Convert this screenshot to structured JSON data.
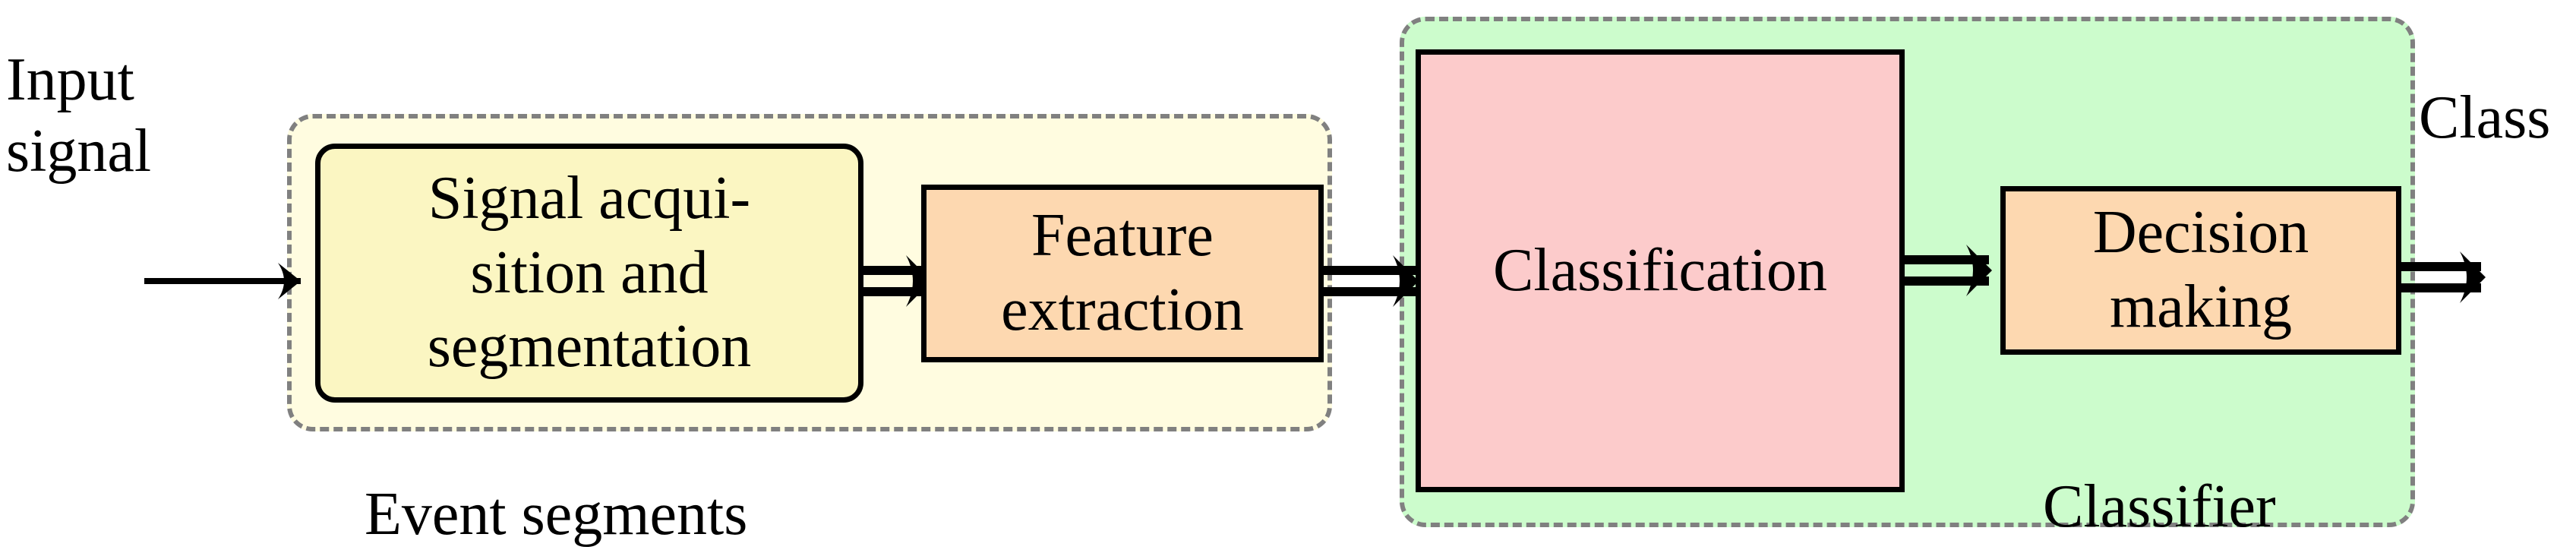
{
  "diagram": {
    "title": "Pattern recognition pipeline block diagram",
    "background": "#ffffff"
  },
  "labels": {
    "input_signal": "Input\nsignal",
    "class_output": "Class",
    "event_segments": "Event segments",
    "classifier": "Classifier"
  },
  "groups": [
    {
      "id": "event-segments-group",
      "caption": "Event segments",
      "fill": "#FFFCE0",
      "border_color": "#808080",
      "border_style": "dashed"
    },
    {
      "id": "classifier-group",
      "caption": "Classifier",
      "fill": "#CCFCCC",
      "border_color": "#808080",
      "border_style": "dashed"
    }
  ],
  "blocks": [
    {
      "id": "signal-acquisition",
      "label": "Signal acqui-\nsition and\nsegmentation",
      "fill": "#FBF6C2",
      "border_color": "#000000",
      "shape": "rounded-rect"
    },
    {
      "id": "feature-extraction",
      "label": "Feature\nextraction",
      "fill": "#FDD8B0",
      "border_color": "#000000",
      "shape": "rect"
    },
    {
      "id": "classification",
      "label": "Classification",
      "fill": "#FCCBCB",
      "border_color": "#000000",
      "shape": "rect"
    },
    {
      "id": "decision-making",
      "label": "Decision\nmaking",
      "fill": "#FDD8B0",
      "border_color": "#000000",
      "shape": "rect"
    }
  ],
  "connectors": [
    {
      "id": "input-to-signal",
      "from": "input-signal",
      "to": "signal-acquisition",
      "style": "single-line-arrow"
    },
    {
      "id": "signal-to-feature",
      "from": "signal-acquisition",
      "to": "feature-extraction",
      "style": "double-line-arrow"
    },
    {
      "id": "feature-to-classification",
      "from": "feature-extraction",
      "to": "classification",
      "style": "double-line-arrow"
    },
    {
      "id": "classification-to-decision",
      "from": "classification",
      "to": "decision-making",
      "style": "double-line-arrow"
    },
    {
      "id": "decision-to-class",
      "from": "decision-making",
      "to": "class-output",
      "style": "double-line-arrow"
    }
  ],
  "colors": {
    "stroke": "#000000",
    "dashed_border": "#808080",
    "yellow_light": "#FFFCE0",
    "yellow": "#FBF6C2",
    "orange": "#FDD8B0",
    "pink": "#FCCBCB",
    "green": "#CCFCCC"
  }
}
